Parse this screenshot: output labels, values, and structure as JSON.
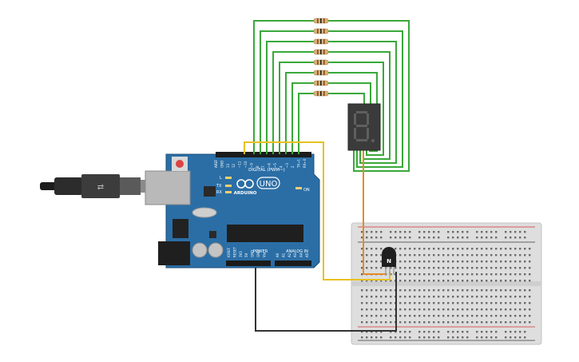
{
  "board": {
    "logo": "ARDUINO",
    "model": "UNO",
    "digital_header": "DIGITAL (PWM~)",
    "power_header": "POWER",
    "analog_header": "ANALOG IN",
    "on_label": "ON",
    "l_label": "L",
    "tx_label": "TX",
    "rx_label": "RX",
    "digital_pins": [
      "AREF",
      "GND",
      "13",
      "12",
      "~11",
      "~10",
      "~9",
      "8",
      "7",
      "~6",
      "~5",
      "4",
      "~3",
      "2",
      "TX→1",
      "RX←0"
    ],
    "power_pins": [
      "IOREF",
      "RESET",
      "3V3",
      "5V",
      "GND",
      "GND",
      "Vin"
    ],
    "analog_pins": [
      "A0",
      "A1",
      "A2",
      "A3",
      "A4",
      "A5"
    ]
  },
  "display": {
    "digit": "8",
    "segment_color": "#5f5f5f"
  },
  "transistor": {
    "label": "N"
  },
  "colors": {
    "board": "#2b6ea6",
    "wire_green": "#3aa83a",
    "wire_yellow": "#e8c11f",
    "wire_orange": "#e58c25",
    "wire_black": "#333333",
    "rail_red": "#d22c2c"
  }
}
